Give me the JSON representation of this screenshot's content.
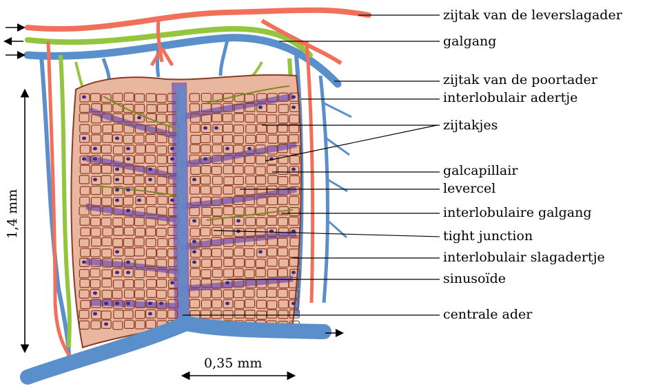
{
  "labels": {
    "l1": "zijtak van de leverslagader",
    "l2": "galgang",
    "l3": "zijtak van de poortader",
    "l4": "interlobulair adertje",
    "l5": "zijtakjes",
    "l6": "galcapillair",
    "l7": "levercel",
    "l8": "interlobulaire galgang",
    "l9": "tight junction",
    "l10": "interlobulair slagadertje",
    "l11": "sinusoïde",
    "l12": "centrale ader"
  },
  "dimensions": {
    "height": "1,4 mm",
    "width": "0,35 mm"
  },
  "colors": {
    "artery": "#f2705a",
    "bile": "#94c53f",
    "vein": "#5b8fcb",
    "cell": "#e9b79f",
    "cell_outline": "#8a3a22",
    "sinusoid": "#8463b5",
    "nucleus": "#3b2a86"
  }
}
